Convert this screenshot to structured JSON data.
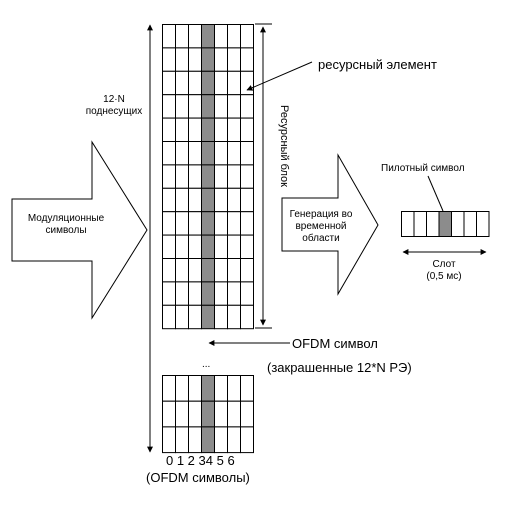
{
  "labels": {
    "subcarriers_line1": "12·N",
    "subcarriers_line2": "поднесущих",
    "resource_element": "ресурсный элемент",
    "resource_block": "Ресурсный блок",
    "modulation_line1": "Модуляционные",
    "modulation_line2": "символы",
    "generation_line1": "Генерация во",
    "generation_line2": "временной",
    "generation_line3": "области",
    "pilot_symbol": "Пилотный символ",
    "slot_line1": "Слот",
    "slot_line2": "(0,5 мс)",
    "ofdm_symbol_line1": "OFDM символ",
    "ofdm_symbol_line2": "(закрашенные 12*N РЭ)",
    "ellipsis": "...",
    "symbol_indices": "0 1 2 34 5 6",
    "ofdm_symbols_caption": "(OFDM символы)"
  },
  "grid": {
    "columns": 7,
    "shaded_column_index": 3,
    "top_block_rows": 13,
    "bottom_block_rows": 3
  },
  "slot": {
    "cells": 7,
    "shaded_cell_index": 3
  },
  "colors": {
    "stroke": "#000000",
    "shaded": "#8c8c8c",
    "background": "#ffffff"
  }
}
